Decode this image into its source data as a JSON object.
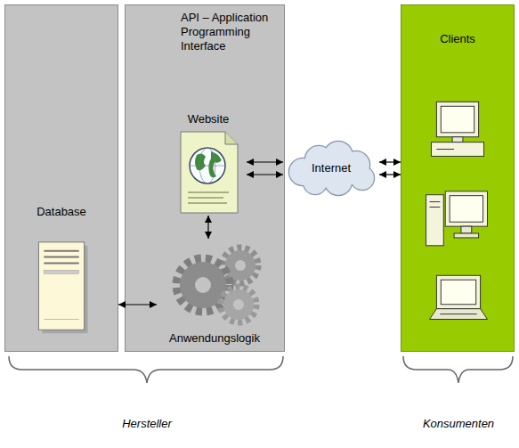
{
  "diagram": {
    "nodes": [
      {
        "text": [
          "Database"
        ]
      },
      {
        "text": [
          "API – Application Programming Interface"
        ]
      },
      {
        "text": [
          "Website"
        ],
        "in": 1
      },
      {
        "text": [
          "Anwendungslogik"
        ],
        "in": 1
      },
      {
        "text": [
          "Internet"
        ]
      },
      {
        "text": [
          "Clients"
        ]
      }
    ],
    "edges": [
      {
        "from": 0,
        "to": 3,
        "arrow": "both"
      },
      {
        "from": 2,
        "to": 3,
        "arrow": "both"
      },
      {
        "from": 2,
        "to": 4,
        "arrow": "both"
      },
      {
        "from": 4,
        "to": 5,
        "arrow": "both"
      }
    ],
    "labels": [
      "Hersteller",
      "Konsumenten"
    ]
  }
}
